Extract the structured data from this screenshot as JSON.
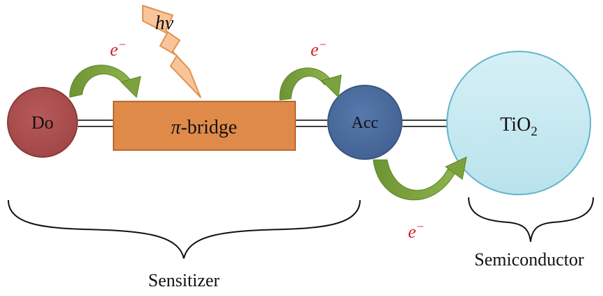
{
  "nodes": {
    "donor": {
      "label": "Do"
    },
    "bridge": {
      "pi": "π",
      "suffix": "-bridge"
    },
    "acceptor": {
      "label": "Acc"
    },
    "semiconductor": {
      "main": "TiO",
      "subscript": "2"
    }
  },
  "photon": {
    "h": "h",
    "nu": "ν"
  },
  "electron_labels": {
    "base": "e",
    "sup": "−",
    "transfer_donor_to_bridge": "e−",
    "transfer_bridge_to_acceptor": "e−",
    "transfer_acceptor_to_tio2": "e−"
  },
  "groups": {
    "sensitizer": "Sensitizer",
    "semiconductor": "Semiconductor"
  },
  "colors": {
    "donor_fill": "#B0504F",
    "donor_stroke": "#8B3A3A",
    "bridge_fill": "#E08A4A",
    "bridge_stroke": "#B96A2E",
    "acceptor_fill": "#4F6FA0",
    "acceptor_stroke": "#3A5580",
    "tio2_fill": "#C6E9F1",
    "tio2_stroke": "#63B6CC",
    "arrow_green": "#7CA23E",
    "photon_fill": "#F8C59A",
    "photon_stroke": "#E2924E",
    "electron_red": "#D0232A",
    "text": "#111111"
  }
}
